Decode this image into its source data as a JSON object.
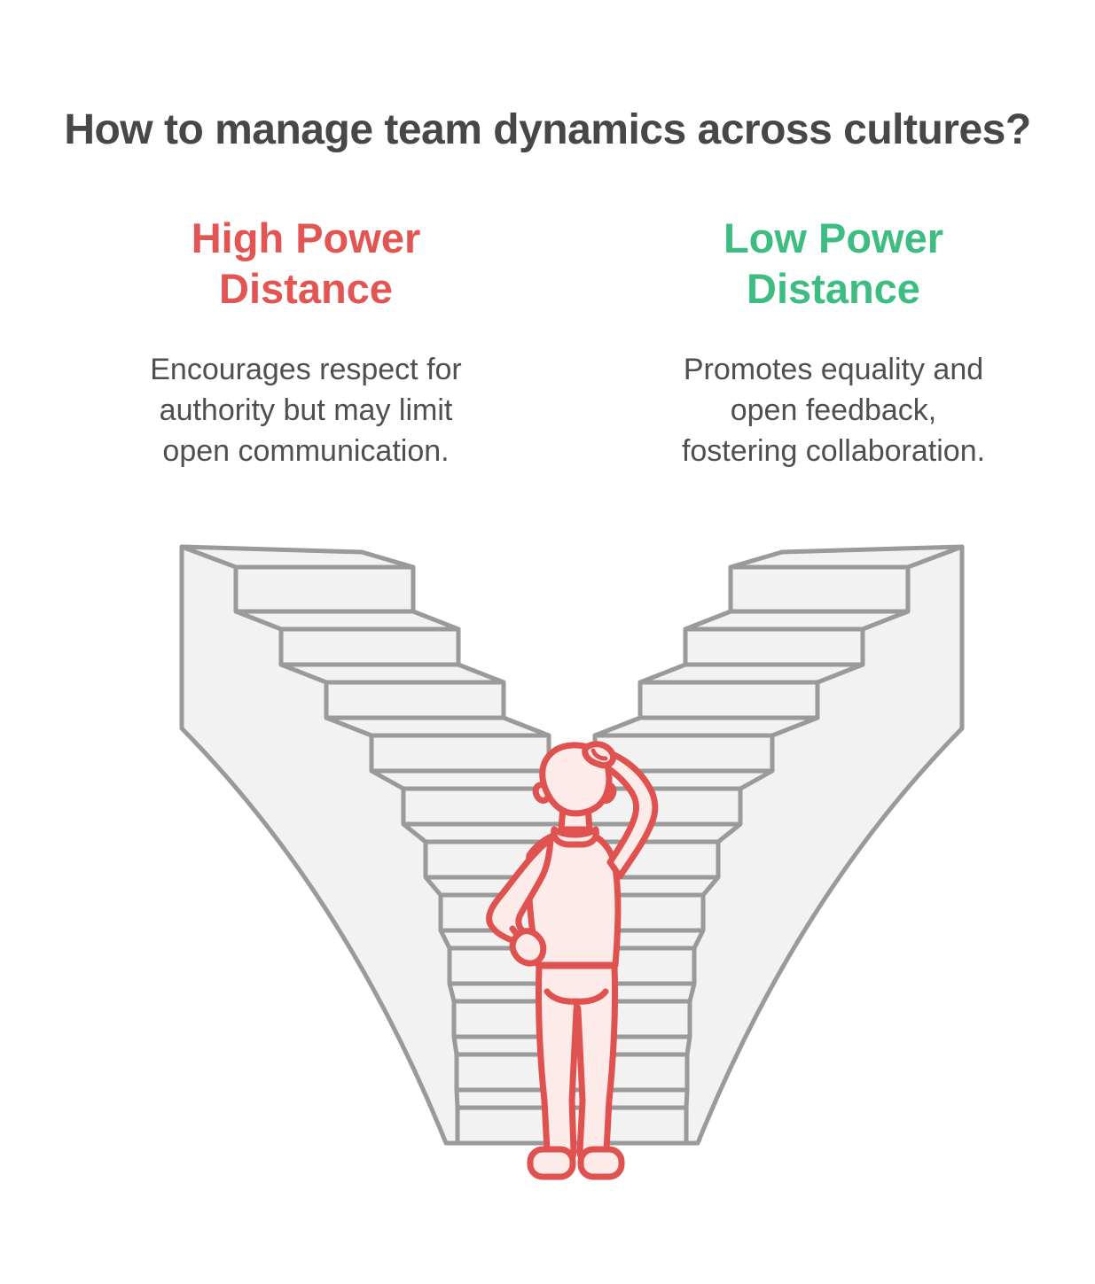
{
  "title": "How to manage team dynamics across cultures?",
  "columns": {
    "left": {
      "heading_lines": [
        "High Power",
        "Distance"
      ],
      "description_lines": [
        "Encourages respect for",
        "authority but may limit",
        "open communication."
      ],
      "accent_color": "#e25552"
    },
    "right": {
      "heading_lines": [
        "Low Power",
        "Distance"
      ],
      "description_lines": [
        "Promotes equality and",
        "open feedback,",
        "fostering collaboration."
      ],
      "accent_color": "#3dbd82"
    }
  },
  "illustration": {
    "description": "Confused person seen from behind, scratching head, standing at the bottom of two diverging gray staircases forming a V shape"
  },
  "colors": {
    "title-text": "#474747",
    "body-text": "#4f4f4f",
    "high-accent": "#e25552",
    "low-accent": "#3dbd82",
    "stair-stroke": "#9a9a9a",
    "stair-fill": "#f2f2f2",
    "person-stroke": "#e0524f",
    "person-fill": "#fcebe9",
    "background": "#ffffff"
  }
}
